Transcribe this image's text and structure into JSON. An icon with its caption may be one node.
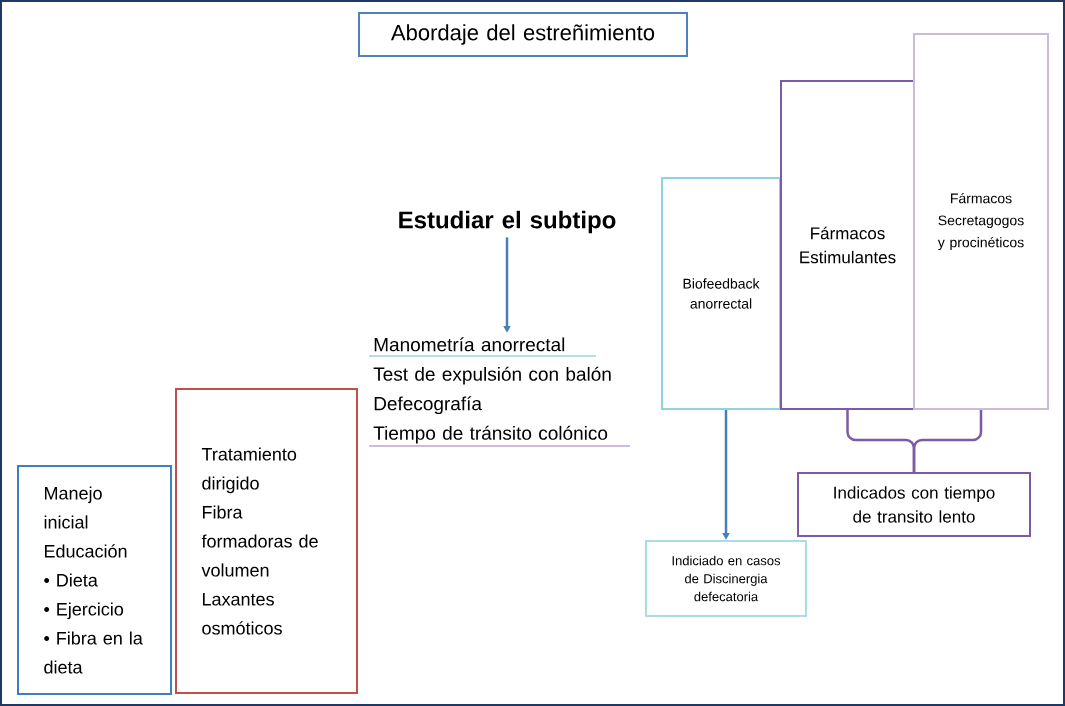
{
  "diagram": {
    "nodes": [
      {
        "text": [
          "Abordaje del estreñimiento"
        ]
      },
      {
        "text": [
          "Estudiar el subtipo"
        ]
      },
      {
        "text": [
          "Manometría anorrectal",
          "Test de expulsión con balón",
          "Defecografía",
          "Tiempo de tránsito colónico"
        ]
      },
      {
        "text": [
          "Manejo inicial",
          "Educación",
          "• Dieta",
          "• Ejercicio",
          "• Fibra en la dieta"
        ]
      },
      {
        "text": [
          "Tratamiento dirigido",
          "Fibra formadoras de volumen",
          "Laxantes osmóticos"
        ]
      },
      {
        "text": [
          "Biofeedback anorrectal"
        ]
      },
      {
        "text": [
          "Fármacos Estimulantes"
        ]
      },
      {
        "text": [
          "Fármacos Secretagogos y procinéticos"
        ]
      },
      {
        "text": [
          "Indiciado en casos de Discinergia defecatoria"
        ]
      },
      {
        "text": [
          "Indicados con tiempo de transito lento"
        ]
      }
    ],
    "edges": [
      {
        "from": 1,
        "to": 2,
        "arrow": "to",
        "color": "#4a7ebb"
      },
      {
        "from": 5,
        "to": 8,
        "arrow": "to",
        "color": "#4a7ebb"
      },
      {
        "from": 6,
        "to": 9,
        "arrow": "none",
        "color": "#7b5aa6"
      },
      {
        "from": 7,
        "to": 9,
        "arrow": "none",
        "color": "#7b5aa6"
      }
    ]
  }
}
